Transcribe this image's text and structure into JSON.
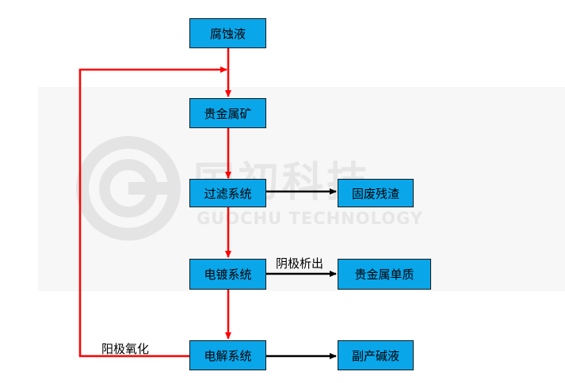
{
  "watermark": {
    "brand": "国初科技",
    "sub": "GUOCHU TECHNOLOGY",
    "logo_icon": "guochu-g-logo-icon"
  },
  "nodes": {
    "etching_liquid": "腐蚀液",
    "precious_ore": "贵金属矿",
    "filter_system": "过滤系统",
    "solid_waste": "固废残渣",
    "plating_system": "电镀系统",
    "precious_metal": "贵金属单质",
    "electrolysis_system": "电解系统",
    "byproduct_alkali": "副产碱液"
  },
  "edge_labels": {
    "cathode": "阴极析出",
    "anode": "阳极氧化"
  },
  "colors": {
    "box_fill": "#0aa6ea",
    "flow_red": "#ff0000",
    "flow_black": "#000000"
  }
}
